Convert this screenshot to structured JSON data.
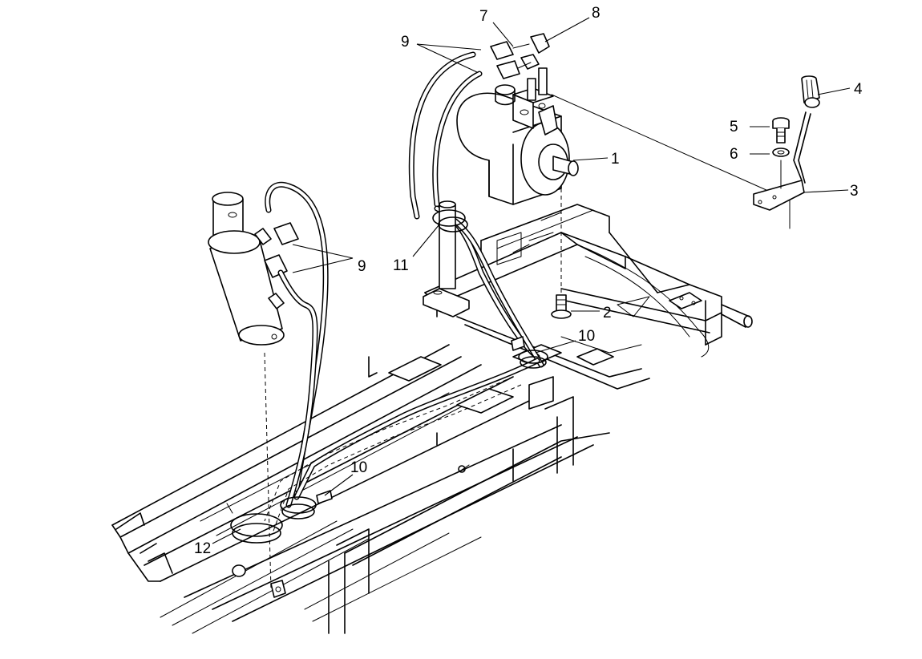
{
  "diagram": {
    "callouts": {
      "c1": "1",
      "c2": "2",
      "c3": "3",
      "c4": "4",
      "c5": "5",
      "c6": "6",
      "c7": "7",
      "c8": "8",
      "c9a": "9",
      "c9b": "9",
      "c10a": "10",
      "c10b": "10",
      "c11": "11",
      "c12": "12"
    }
  }
}
